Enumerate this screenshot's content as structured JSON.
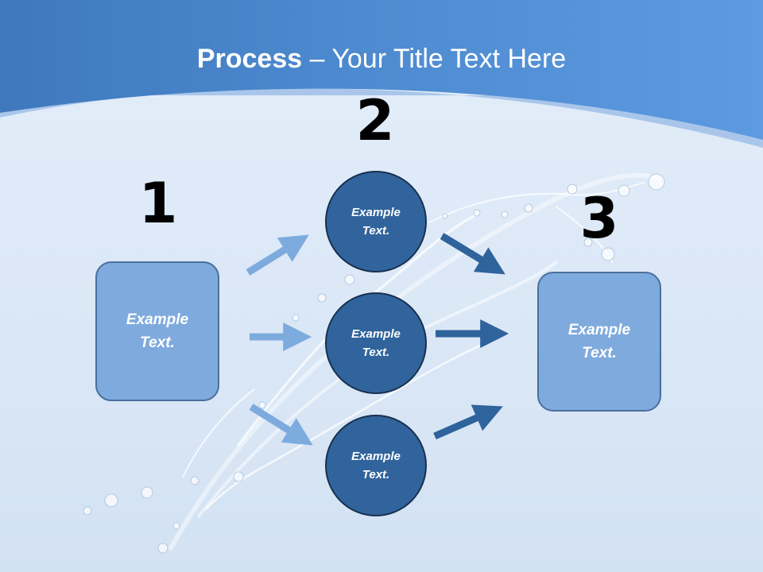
{
  "title": {
    "bold": "Process",
    "rest": " – Your Title Text Here"
  },
  "steps": [
    {
      "number": "1",
      "text": "Example Text."
    },
    {
      "number": "2",
      "items": [
        "Example Text.",
        "Example Text.",
        "Example Text."
      ]
    },
    {
      "number": "3",
      "text": "Example Text."
    }
  ],
  "colors": {
    "header_blue": "#4a86cc",
    "background": "#dbe8f6",
    "light_box": "#7faadd",
    "circle_fill": "#31649c",
    "arrow_light": "#7eabde",
    "arrow_dark": "#2f639c"
  }
}
